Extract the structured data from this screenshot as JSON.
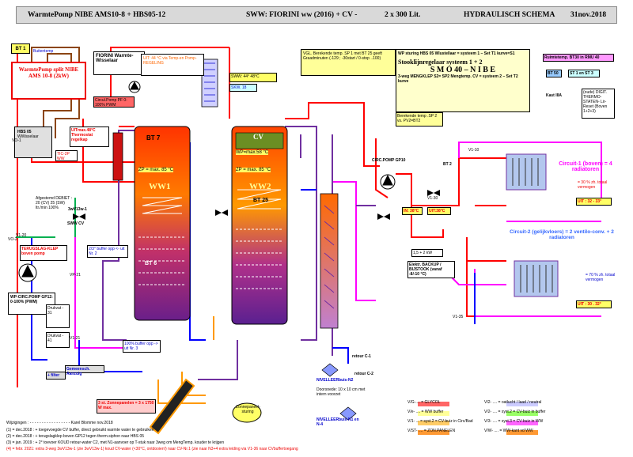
{
  "title": {
    "part1": "WarmtePomp NIBE  AMS10-8 + HBS05-12",
    "part2": "SWW: FIORINI ww (2016) + CV -",
    "part3": "2 x 300 Lit.",
    "part4": "HYDRAULISCH SCHEMA",
    "part5": "31nov.2018"
  },
  "left": {
    "bt1": "BT 1",
    "buitentemp": "Buitentemp",
    "wp_title": "WarmtePomp split  NIBE AMS 10-8 (2kW)",
    "hbs": "HBS 05",
    "hbs_sub": "WWisselaar",
    "vo1": "VO-1",
    "debiet": "Afgestemd DEBIET : 20 (CV) 25 (SW) ltr./min 100%",
    "v120": "V1-20",
    "terug": "TERUGSLAG-KLEP boven pomp",
    "vo2": "VO-2",
    "circpomp": "WP-CIRC.POMP GP12: 0-100% (PWM)",
    "v121": "V1-21",
    "vp": "VP-21"
  },
  "fiorini": {
    "label": "FIORINI Warmte-Wisselaar",
    "uit": "UIT: 44 °C via   Temp-en Pomp-REGELING",
    "sww": "SWW: 44° 48°C",
    "skw": "SKW. 18",
    "circ": "Circul.Pomp PF 0-100% PWM"
  },
  "tanks": {
    "ww1": "WW1",
    "ww2": "WW2",
    "cv": "CV",
    "zp1": "ZP = max. 85 °C",
    "zp2": "ZP = max. 85 °C",
    "wp": "WP=max.58 °C",
    "bt7": "BT 7",
    "bt6": "BT 6",
    "bt25": "BT 25",
    "uitmax": "UITmax.48°C Thermostat regelkap",
    "tic": "TIC-2P WW",
    "buffer": "2/3° buffer opp <- uit Nr. 2",
    "buffer2": "100% buffer opp -> uit Nr. 3",
    "drukvat": "Drukvat - 31",
    "drukvat2": "Drukvat - 41",
    "gemeen": "Gemeensch. Aanzuig",
    "filter": "+ filter",
    "zon": "3  st.  Zonnepanelen = 3 x 1750 W max.",
    "zonstur": "Zonnepaneel-sturing",
    "bv": "3wV13w-1",
    "sww_cv": "SWW        CV"
  },
  "right": {
    "vgl": "VGL. Berekende temp. SP 1 met BT 25 geeft Graadminuten  (-129 ; -30start / 0-stop ..100)",
    "wpsturing": "WP sturing HBS 05 Wlustellaar = systeem 1 – Set T1 kurve=S1",
    "stook": "Stooklijnregelaar systeem 1 + 2",
    "smo": "S M O  40 – N I B E",
    "mengklep": "3-weg MENGKLEP S2= SP2 Mengtemp.  CV = systeem 2 – Set T2 kurve",
    "berekende": "Berekende temp .SP 2 vs. PV2=BT2",
    "ruimte": "Ruimtetemp. BT30 in RMU 40",
    "bt50": "BT 50",
    "st1": "ST 1  en  ST 3",
    "kast": "Kast IIIA",
    "digit": "(oude) DIGIT. THERMO-STATEN- Lir-Reset (Boven 1+2+3)",
    "circpomp": "CIRC.POMP GP10",
    "bt2": "BT 2",
    "in": "IN: 38°C",
    "uit": "UIT:38°C",
    "elek": "Elektr. BACKUP / BIJSTOOK (vanaf -8/-10 °C)",
    "elek_kw": "1,5 + 2 kW",
    "c1title": "Circuit-1 (boven) = 4 radiatoren",
    "c1pct": "= 30 % zh. totaal vermogen",
    "c1uit": "UIT : 32 - 33°",
    "c2title": "Circuit-2  (gelijkvloers) = 2 ventilo-conv.  + 2 radiatoren",
    "c2pct": "= 70 % zh. totaal vermogen",
    "c2uit": "UIT : 30 . 32°",
    "retour1": "retour C-1",
    "retour2": "retour C-2",
    "niv2": "NIVELLEERbuis-N2",
    "niv3": "NIVELLEERbuis-N1 en N-4",
    "doorsnede": "Doorsnede: 10 x 10 cm met intern voorzet",
    "v135": "V1-35",
    "v110": "V1-10",
    "v130": "V1-30"
  },
  "legend": {
    "l1": "V/G-....   = GLYCOL",
    "l2": "V/e- ....  = WW buffer",
    "l3": "V/1- ...  = syst.2 = CV-buiz in Circ/Bad",
    "l4": "V/ST- ....  = ZON.PANELEN",
    "l5": "VI2- ....  = oatlucht / laad / neutral",
    "l6": "V/2- ....  = syst.2 = CV-buiz in buffer",
    "l7": "V/3- ....  = syst.3 = CV-buiz in WW",
    "l8": "V/W- ....  = WW-kant vd WW"
  },
  "notes": {
    "header": "Wijzigingen : - - - - - - - - - - - - - - - - -  Karel Blomme  nov.2018",
    "n1": "= dec.2018 : + toegevoegde CV buffer, direct gebruikt warmte water te gebruiken",
    "n2": "= dec.2018 : + terugslagklep boven GP12 tegen therm.siphon naar HBS 05",
    "n3": "= jan. 2019 : + 2° toevoer KOUD retour-water C2, met N1-aanvoer op T-stuk naar 3weg om MengTemp. kouder te krijgen",
    "n4": "= febr. 2021: extra 3-weg 3wV13w-1 (zie 3wV13w-1) koud CV-water (<30°C, ontdooien!) naar CV-Nr.1 (zie naar N3+4 extra leiding via V1-36 naar CVbuffertoegang"
  },
  "colors": {
    "red": "#ff0000",
    "purple": "#7030a0",
    "magenta": "#ff00ff",
    "blue": "#0000ff",
    "orange": "#ff6600",
    "green": "#00b050",
    "yellow": "#ffff00"
  }
}
